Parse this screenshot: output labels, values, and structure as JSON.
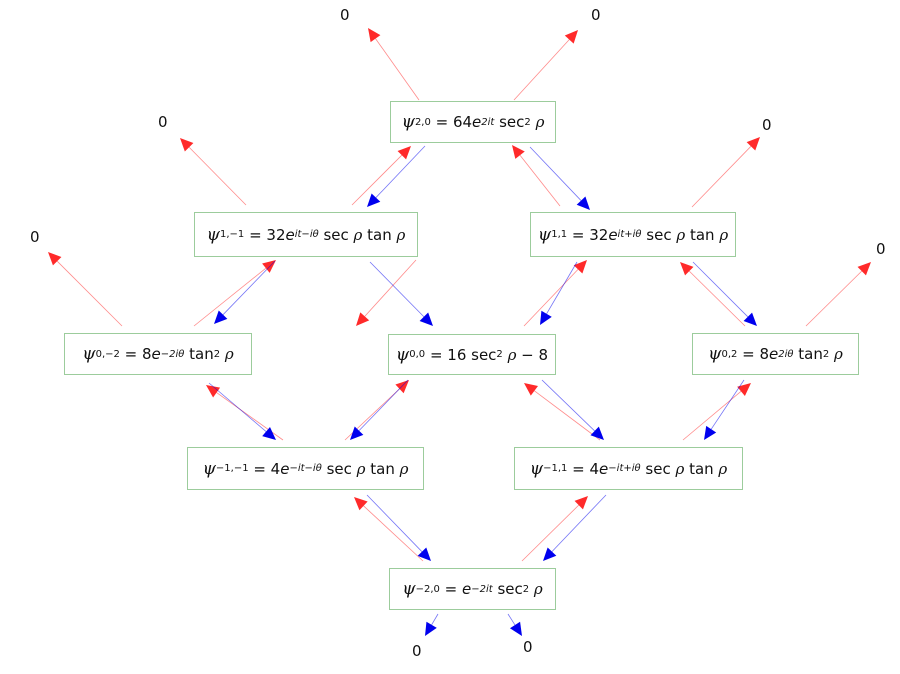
{
  "diagram": {
    "nodes": [
      {
        "id": "n20",
        "label": "ψ_{2,0} = 64e^{2it} sec² ρ",
        "html": "<span class='psi'>ψ</span><sub>2,0</sub>&nbsp;=&nbsp;64<span class='it'>e</span><sup><span class='it'>2it</span></sup>&nbsp;sec<sup>2</sup>&nbsp;<span class='gr'>ρ</span>"
      },
      {
        "id": "n1m1",
        "label": "ψ_{1,−1} = 32e^{it−iθ} sec ρ tan ρ",
        "html": "<span class='psi'>ψ</span><sub>1,−1</sub>&nbsp;=&nbsp;32<span class='it'>e</span><sup><span class='it'>it−iθ</span></sup>&nbsp;sec&nbsp;<span class='gr'>ρ</span>&nbsp;tan&nbsp;<span class='gr'>ρ</span>"
      },
      {
        "id": "n11",
        "label": "ψ_{1,1} = 32e^{it+iθ} sec ρ tan ρ",
        "html": "<span class='psi'>ψ</span><sub>1,1</sub>&nbsp;=&nbsp;32<span class='it'>e</span><sup><span class='it'>it+iθ</span></sup>&nbsp;sec&nbsp;<span class='gr'>ρ</span>&nbsp;tan&nbsp;<span class='gr'>ρ</span>"
      },
      {
        "id": "n0m2",
        "label": "ψ_{0,−2} = 8e^{−2iθ} tan² ρ",
        "html": "<span class='psi'>ψ</span><sub>0,−2</sub>&nbsp;=&nbsp;8<span class='it'>e</span><sup><span class='it'>−2iθ</span></sup>&nbsp;tan<sup>2</sup>&nbsp;<span class='gr'>ρ</span>"
      },
      {
        "id": "n00",
        "label": "ψ_{0,0} = 16 sec² ρ − 8",
        "html": "<span class='psi'>ψ</span><sub>0,0</sub>&nbsp;=&nbsp;16&nbsp;sec<sup>2</sup>&nbsp;<span class='gr'>ρ</span>&nbsp;−&nbsp;8"
      },
      {
        "id": "n02",
        "label": "ψ_{0,2} = 8e^{2iθ} tan² ρ",
        "html": "<span class='psi'>ψ</span><sub>0,2</sub>&nbsp;=&nbsp;8<span class='it'>e</span><sup><span class='it'>2iθ</span></sup>&nbsp;tan<sup>2</sup>&nbsp;<span class='gr'>ρ</span>"
      },
      {
        "id": "nm1m1",
        "label": "ψ_{−1,−1} = 4e^{−it−iθ} sec ρ tan ρ",
        "html": "<span class='psi'>ψ</span><sub>−1,−1</sub>&nbsp;=&nbsp;4<span class='it'>e</span><sup><span class='it'>−it−iθ</span></sup>&nbsp;sec&nbsp;<span class='gr'>ρ</span>&nbsp;tan&nbsp;<span class='gr'>ρ</span>"
      },
      {
        "id": "nm11",
        "label": "ψ_{−1,1} = 4e^{−it+iθ} sec ρ tan ρ",
        "html": "<span class='psi'>ψ</span><sub>−1,1</sub>&nbsp;=&nbsp;4<span class='it'>e</span><sup><span class='it'>−it+iθ</span></sup>&nbsp;sec&nbsp;<span class='gr'>ρ</span>&nbsp;tan&nbsp;<span class='gr'>ρ</span>"
      },
      {
        "id": "nm20",
        "label": "ψ_{−2,0} = e^{−2it} sec² ρ",
        "html": "<span class='psi'>ψ</span><sub>−2,0</sub>&nbsp;=&nbsp;<span class='it'>e</span><sup><span class='it'>−2it</span></sup>&nbsp;sec<sup>2</sup>&nbsp;<span class='gr'>ρ</span>"
      }
    ],
    "zero_label": "0",
    "colors": {
      "raising": "#ff2a2a",
      "lowering": "#0000ee",
      "node_border": "#9ccc9c"
    }
  }
}
